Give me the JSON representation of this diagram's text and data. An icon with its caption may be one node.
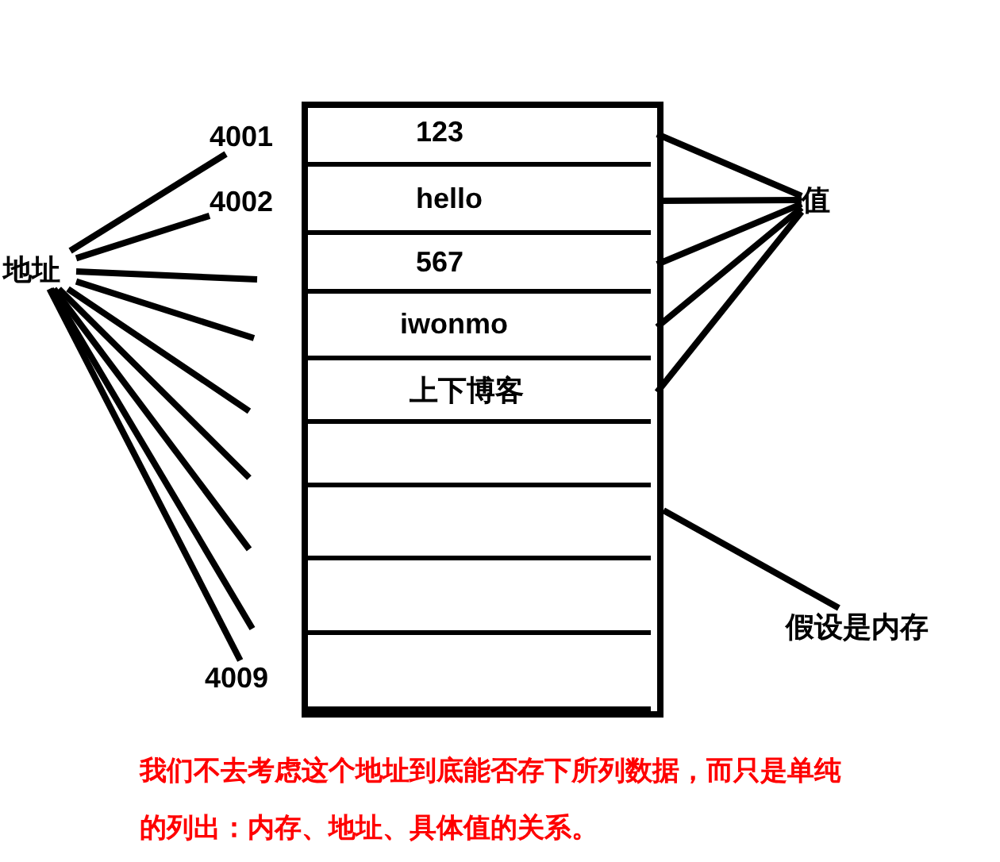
{
  "diagram": {
    "caption": "我们不去考虑这个地址到底能否存下所列数据，而只是单纯的列出：内存、地址、具体值的关系。",
    "nodes": [
      {
        "text": [],
        "shape": "box"
      },
      {
        "text": [
          "123"
        ],
        "in": 0
      },
      {
        "text": [
          "hello"
        ],
        "in": 0
      },
      {
        "text": [
          "567"
        ],
        "in": 0
      },
      {
        "text": [
          "iwonmo"
        ],
        "in": 0
      },
      {
        "text": [
          "上下博客"
        ],
        "in": 0
      },
      {
        "text": [],
        "shape": "box",
        "in": 0
      },
      {
        "text": [],
        "shape": "box",
        "in": 0
      },
      {
        "text": [],
        "shape": "box",
        "in": 0
      },
      {
        "text": [],
        "shape": "box",
        "in": 0
      },
      {
        "text": [
          "4001"
        ]
      },
      {
        "text": [
          "4002"
        ]
      },
      {
        "text": [
          "4009"
        ]
      },
      {
        "text": [
          "地址"
        ]
      },
      {
        "text": [
          "值"
        ]
      },
      {
        "text": [
          "假设是内存"
        ]
      }
    ],
    "edges": [
      {
        "from": 13,
        "to": 10,
        "arrow": "none"
      },
      {
        "from": 13,
        "to": 11,
        "arrow": "none"
      },
      {
        "from": 13,
        "to": null,
        "arrow": "none"
      },
      {
        "from": 13,
        "to": null,
        "arrow": "none"
      },
      {
        "from": 13,
        "to": null,
        "arrow": "none"
      },
      {
        "from": 13,
        "to": null,
        "arrow": "none"
      },
      {
        "from": 13,
        "to": null,
        "arrow": "none"
      },
      {
        "from": 13,
        "to": null,
        "arrow": "none"
      },
      {
        "from": 13,
        "to": 12,
        "arrow": "none"
      },
      {
        "from": 14,
        "to": 1,
        "arrow": "none"
      },
      {
        "from": 14,
        "to": 2,
        "arrow": "none"
      },
      {
        "from": 14,
        "to": 3,
        "arrow": "none"
      },
      {
        "from": 14,
        "to": 4,
        "arrow": "none"
      },
      {
        "from": 14,
        "to": 5,
        "arrow": "none"
      },
      {
        "from": 15,
        "to": 0,
        "arrow": "none"
      }
    ]
  }
}
